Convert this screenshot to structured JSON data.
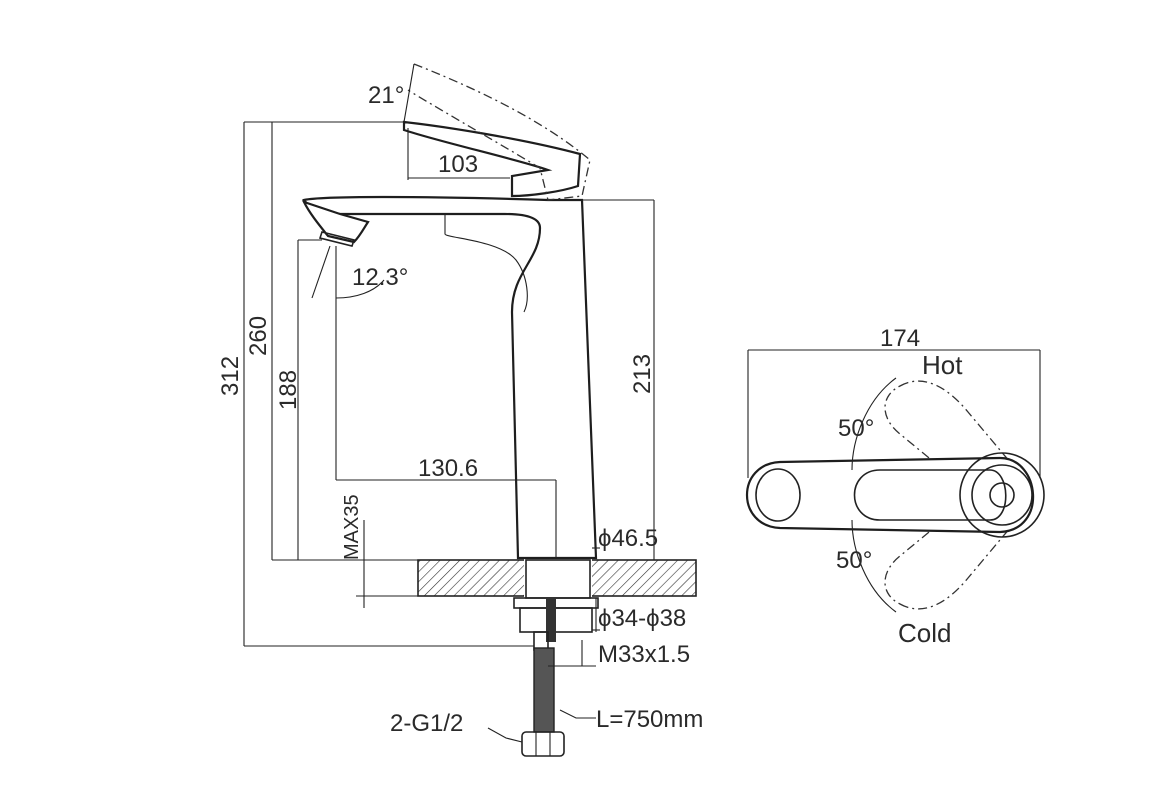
{
  "diagram": {
    "side_view": {
      "dim_handle_angle": "21°",
      "dim_handle_length": "103",
      "dim_spout_angle": "12.3°",
      "dim_total_height": "312",
      "dim_height_260": "260",
      "dim_height_188": "188",
      "dim_spout_reach": "130.6",
      "dim_body_height": "213",
      "dim_max_deck": "MAX35",
      "dim_base_diameter": "ϕ46.5",
      "dim_hole_diameter": "ϕ34-ϕ38",
      "dim_thread": "M33x1.5",
      "dim_hose_length": "L=750mm",
      "dim_hose_connector": "2-G1/2"
    },
    "top_view": {
      "dim_width": "174",
      "label_hot": "Hot",
      "label_cold": "Cold",
      "angle_hot": "50°",
      "angle_cold": "50°"
    }
  }
}
